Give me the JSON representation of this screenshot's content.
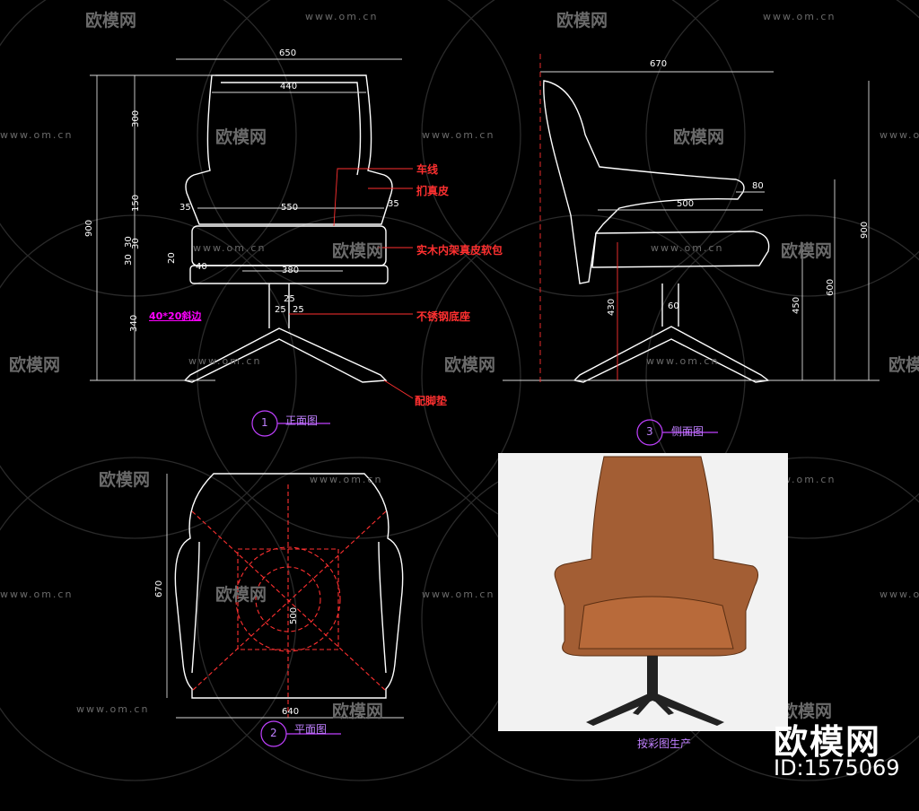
{
  "watermark": {
    "logo_text": "欧模网",
    "url_text": "www.om.cn"
  },
  "brand": {
    "name": "欧模网",
    "id": "ID:1575069"
  },
  "views": {
    "front": {
      "number": "1",
      "title": "正面图"
    },
    "side": {
      "number": "3",
      "title": "侧面图"
    },
    "plan": {
      "number": "2",
      "title": "平面图"
    },
    "photo_caption": "按彩图生产"
  },
  "dimensions": {
    "front": {
      "overall_width": "650",
      "back_width": "440",
      "seat_width": "550",
      "arm_left": "35",
      "arm_right": "35",
      "seat_bottom": "380",
      "base_offset": "40",
      "leg_gap": "20",
      "height_total": "900",
      "h_back": "300",
      "h_arm": "150",
      "h_a": "30",
      "h_b": "30",
      "h_c": "30",
      "h_base": "340",
      "col_a": "25",
      "col_b": "25",
      "col_c": "25"
    },
    "side": {
      "overall_depth": "670",
      "seat_depth": "500",
      "arm_end": "80",
      "seat_height": "430",
      "arm_height": "450",
      "height_total": "900",
      "height_arm": "600",
      "base_post": "60"
    },
    "plan": {
      "depth": "670",
      "width": "640",
      "center": "500"
    }
  },
  "annotations": {
    "stitch": "车线",
    "leather": "扪真皮",
    "frame": "实木内架真皮软包",
    "base": "不锈钢底座",
    "foot_pad": "配脚垫",
    "edge": "40*20斜边"
  },
  "colors": {
    "line": "#ffffff",
    "dim": "#d8d8d8",
    "dim_text": "#ffffff",
    "annotation": "#ff3030",
    "magenta": "#ff00ff",
    "circle": "#c040ff",
    "leather": "#a35e34"
  }
}
